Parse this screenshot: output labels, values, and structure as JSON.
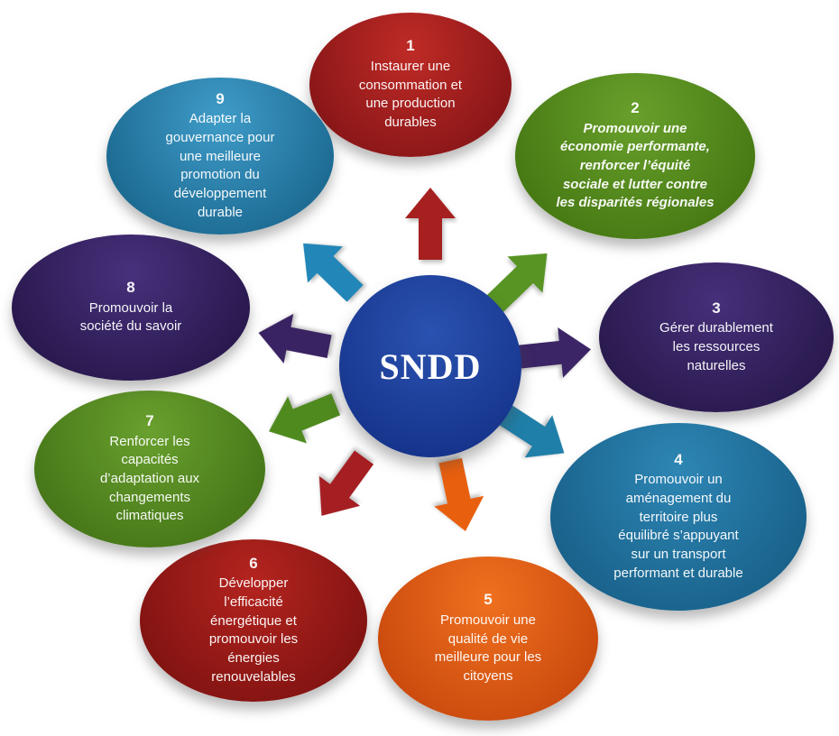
{
  "diagram": {
    "center": {
      "label": "SNDD",
      "color_top": "#2a52b0",
      "color_bottom": "#122e84",
      "text_color": "#ffffff"
    },
    "goals": [
      {
        "number": "1",
        "label": "Instaurer une\nconsommation et\nune production\ndurables",
        "color_top": "#bf2b26",
        "color_bottom": "#7e1215",
        "arrow_color": "#a6201f",
        "italic": false
      },
      {
        "number": "2",
        "label": "Promouvoir une\néconomie performante,\nrenforcer l’équité\nsociale et lutter contre\nles disparités régionales",
        "color_top": "#68a02b",
        "color_bottom": "#40710f",
        "arrow_color": "#579423",
        "italic": true
      },
      {
        "number": "3",
        "label": "Gérer durablement\nles ressources\nnaturelles",
        "color_top": "#46307a",
        "color_bottom": "#241545",
        "arrow_color": "#3c2566",
        "italic": false
      },
      {
        "number": "4",
        "label": "Promouvoir un\naménagement du\nterritoire plus\néquilibré s’appuyant\nsur un transport\nperformant et durable",
        "color_top": "#2e86b4",
        "color_bottom": "#145a82",
        "arrow_color": "#1f7fa8",
        "italic": false
      },
      {
        "number": "5",
        "label": "Promouvoir une\nqualité de vie\nmeilleure pour les\ncitoyens",
        "color_top": "#f0701f",
        "color_bottom": "#c2430a",
        "arrow_color": "#e85f0e",
        "italic": false
      },
      {
        "number": "6",
        "label": "Développer\nl’efficacité\nénergétique et\npromouvoir les\nénergies\nrenouvelables",
        "color_top": "#b4241f",
        "color_bottom": "#77100f",
        "arrow_color": "#a51e22",
        "italic": false
      },
      {
        "number": "7",
        "label": "Renforcer les\ncapacités\nd’adaptation aux\nchangements\nclimatiques",
        "color_top": "#69a02e",
        "color_bottom": "#3f6e14",
        "arrow_color": "#4f8a1f",
        "italic": false
      },
      {
        "number": "8",
        "label": "Promouvoir la\nsociété du savoir",
        "color_top": "#47317c",
        "color_bottom": "#231344",
        "arrow_color": "#3a2363",
        "italic": false
      },
      {
        "number": "9",
        "label": "Adapter la\ngouvernance pour\nune meilleure\npromotion du\ndéveloppement\ndurable",
        "color_top": "#3f9cc8",
        "color_bottom": "#156087",
        "arrow_color": "#2287b8",
        "italic": false
      }
    ]
  }
}
